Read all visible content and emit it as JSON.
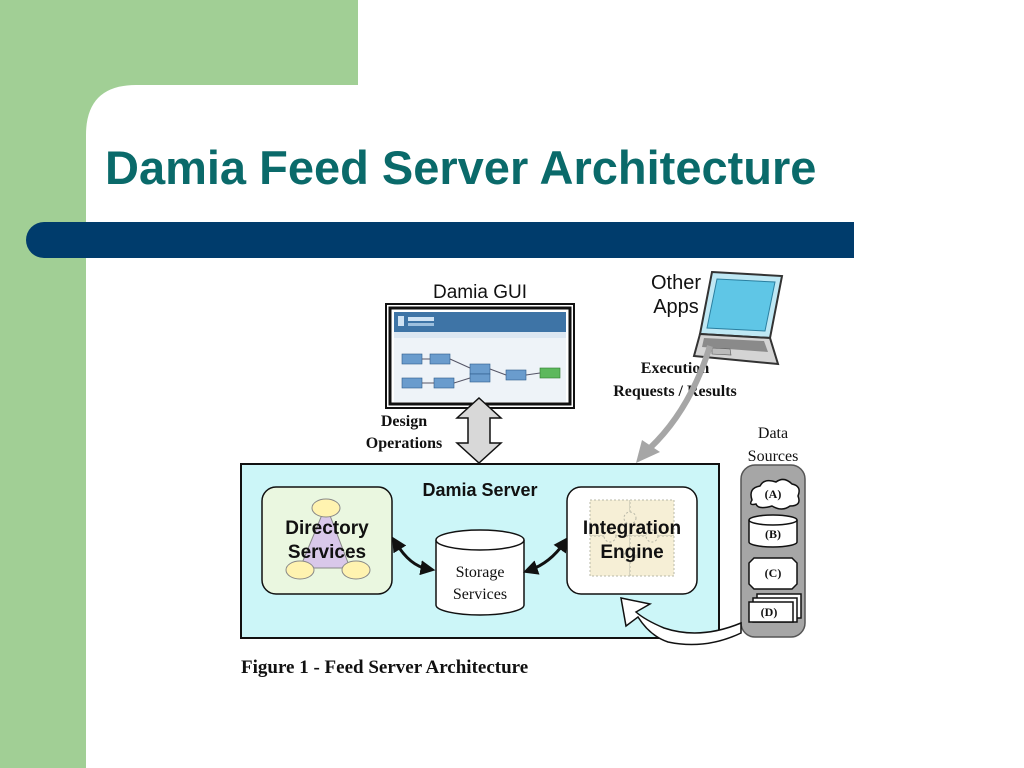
{
  "slide": {
    "title": "Damia Feed Server Architecture",
    "colors": {
      "side_panel": "#a1cf95",
      "title_text": "#0a6a6a",
      "title_bar": "#003c6c",
      "server_fill": "#ccf6f8"
    }
  },
  "diagram": {
    "gui_label": "Damia GUI",
    "other_apps_label": [
      "Other",
      "Apps"
    ],
    "execution_label": [
      "Execution",
      "Requests / Results"
    ],
    "design_label": [
      "Design",
      "Operations"
    ],
    "data_sources_label": [
      "Data",
      "Sources"
    ],
    "server_label": "Damia Server",
    "directory_label": [
      "Directory",
      "Services"
    ],
    "integration_label": [
      "Integration",
      "Engine"
    ],
    "storage_label": [
      "Storage",
      "Services"
    ],
    "sources": [
      "(A)",
      "(B)",
      "(C)",
      "(D)"
    ],
    "caption": "Figure 1 - Feed Server Architecture",
    "icons": {
      "gui": "monitor-screenshot-icon",
      "apps": "laptop-icon",
      "directory": "network-nodes-icon",
      "engine": "puzzle-icon",
      "storage": "database-cylinder-icon"
    }
  }
}
